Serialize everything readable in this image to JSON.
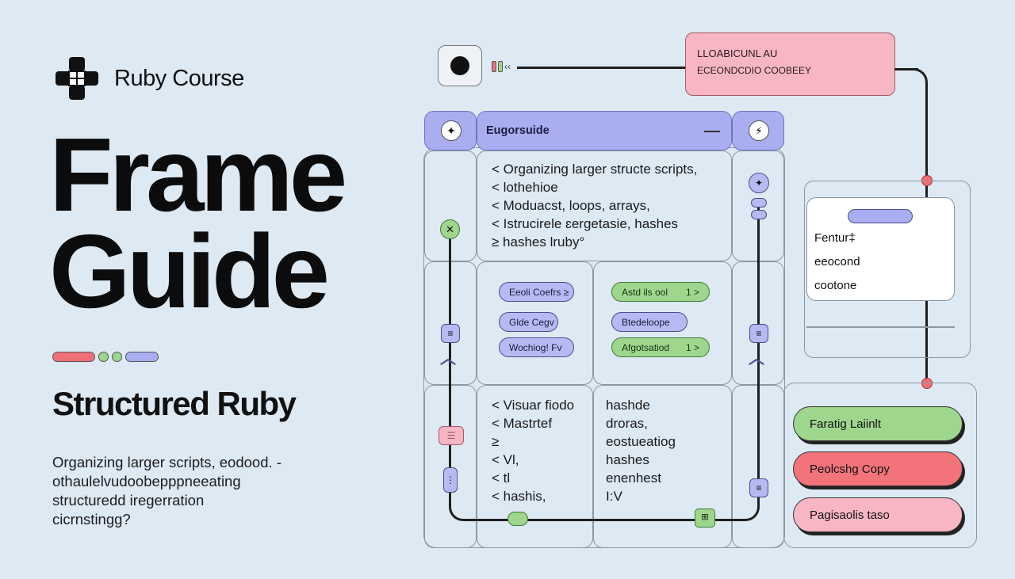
{
  "brand": {
    "name": "Ruby Course"
  },
  "hero": {
    "title_line1": "Frame",
    "title_line2": "Guide",
    "subtitle": "Structured Ruby",
    "description": [
      "Organizing larger scripts, eodood. -",
      "othaulelvudoobepppneeating",
      "structuredd iregerration",
      "cicrnstingg?"
    ]
  },
  "top_note": {
    "line1": "LLOABICUNL AU",
    "line2": "ECEONDCDIO COOBEEY"
  },
  "panel": {
    "header_title": "Eugorsuide",
    "top_list": [
      "< Organizing larger structe scripts,",
      "<   lothehioe",
      "< Moduacst, loops, arrays,",
      "< Istrucirele ɛergetasie, hashes",
      "≥       hashes lruby°"
    ],
    "chips_left": [
      "Eeoli Coefrs ≥",
      "Glde Cegv",
      "Wochiog! Fv"
    ],
    "chips_right": [
      "Astd ils ool",
      "Btedeloope",
      "Afgotsatiod"
    ],
    "chip_right_suffix": "1  >",
    "bottom_list_left": [
      "< Visuar fiodo",
      "< Mastrtef",
      "≥",
      "< Vl,",
      "< tl",
      "< hashis,"
    ],
    "bottom_list_right": [
      "hashde",
      "droras,",
      "eostueatiog",
      "hashes",
      "enenhest",
      "I:V"
    ]
  },
  "side_card": {
    "items": [
      "Fentur‡",
      "eeocond",
      "cootone"
    ]
  },
  "action_buttons": [
    {
      "label": "Faratig Laiinlt",
      "color": "#9fd68e"
    },
    {
      "label": "Peolcshg Copy",
      "color": "#f2737a"
    },
    {
      "label": "Pagisaolis taso",
      "color": "#f8b6c4"
    }
  ],
  "colors": {
    "background": "#dde9f3",
    "accent_blue": "#a9aef0",
    "accent_green": "#9fd68e",
    "accent_red": "#f2737a",
    "accent_pink": "#f8b6c4"
  }
}
